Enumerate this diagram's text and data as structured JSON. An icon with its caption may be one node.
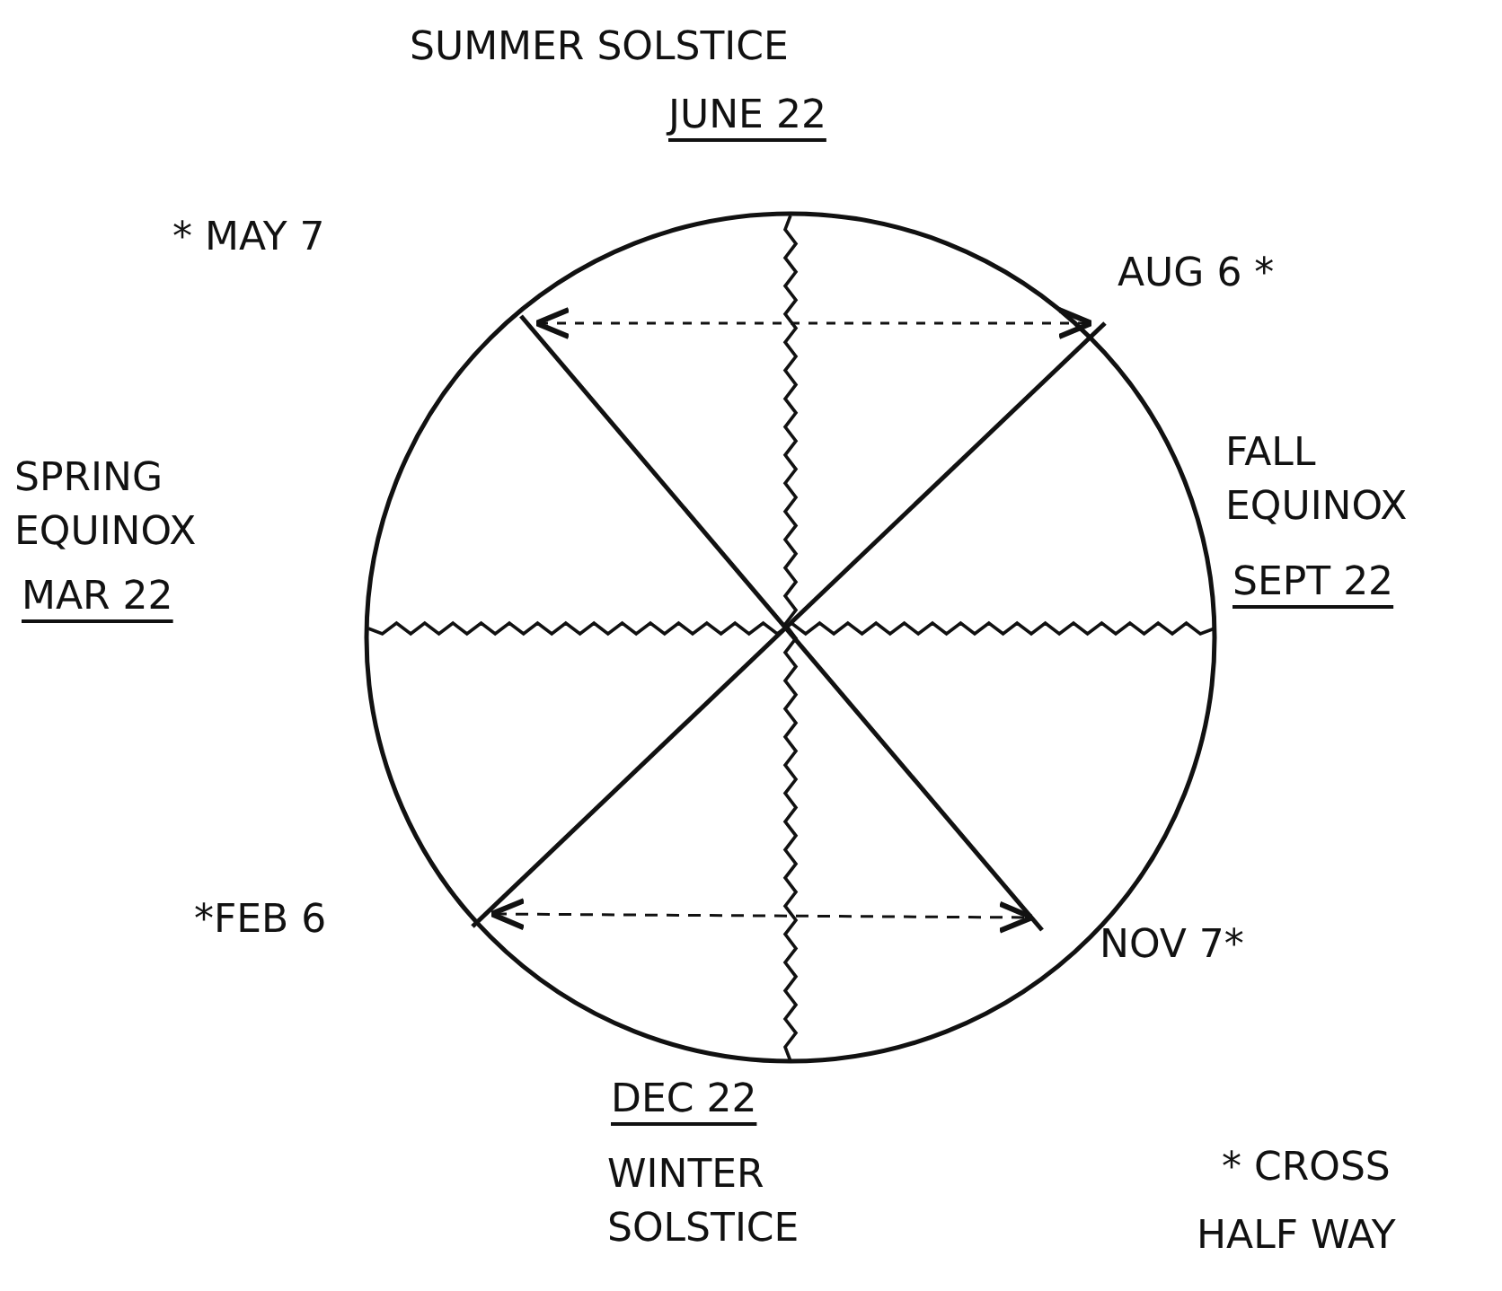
{
  "diagram": {
    "labels": [
      "SUMMER SOLSTICE",
      "JUNE 22",
      "* MAY 7",
      "AUG 6 *",
      "SPRING EQUINOX",
      "MAR 22",
      "FALL EQUINOX",
      "SEPT 22",
      "*FEB 6",
      "NOV 7*",
      "DEC 22",
      "WINTER SOLSTICE",
      "* CROSS",
      "HALF WAY"
    ]
  }
}
